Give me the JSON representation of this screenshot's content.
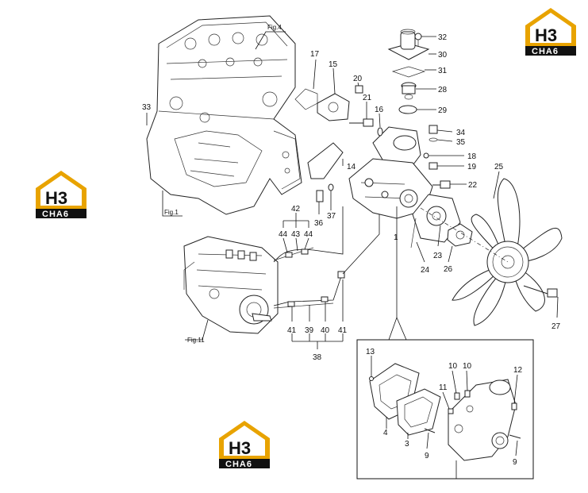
{
  "logo": {
    "top": "H3",
    "bottom": "CHA6"
  },
  "figure_refs": [
    "Fig.4",
    "Fig.1",
    "Fig.11"
  ],
  "parts": [
    "1",
    "3",
    "4",
    "9",
    "9",
    "10",
    "10",
    "11",
    "12",
    "13",
    "14",
    "15",
    "16",
    "17",
    "18",
    "19",
    "20",
    "21",
    "22",
    "23",
    "24",
    "25",
    "26",
    "27",
    "28",
    "29",
    "30",
    "31",
    "32",
    "33",
    "34",
    "35",
    "36",
    "37",
    "38",
    "39",
    "40",
    "41",
    "41",
    "42",
    "43",
    "44",
    "44"
  ],
  "brand_color": "#e8a300"
}
